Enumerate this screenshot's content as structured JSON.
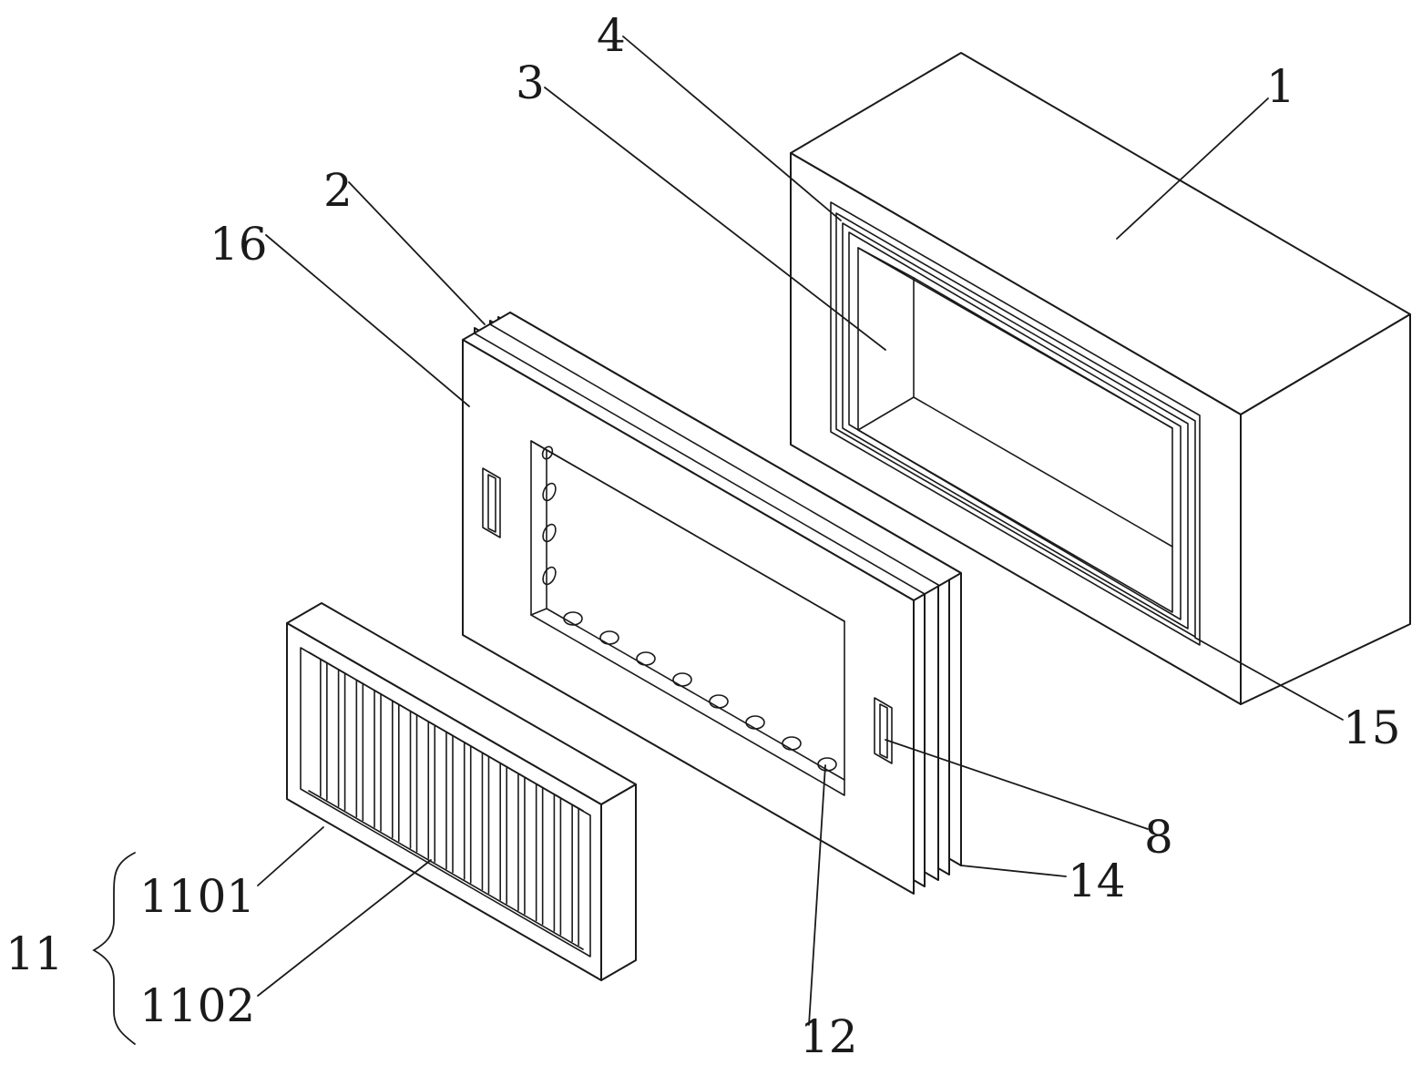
{
  "labels": {
    "l1": "1",
    "l2": "2",
    "l3": "3",
    "l4": "4",
    "l8": "8",
    "l11": "11",
    "l12": "12",
    "l14": "14",
    "l15": "15",
    "l16": "16",
    "l1101": "1101",
    "l1102": "1102"
  }
}
